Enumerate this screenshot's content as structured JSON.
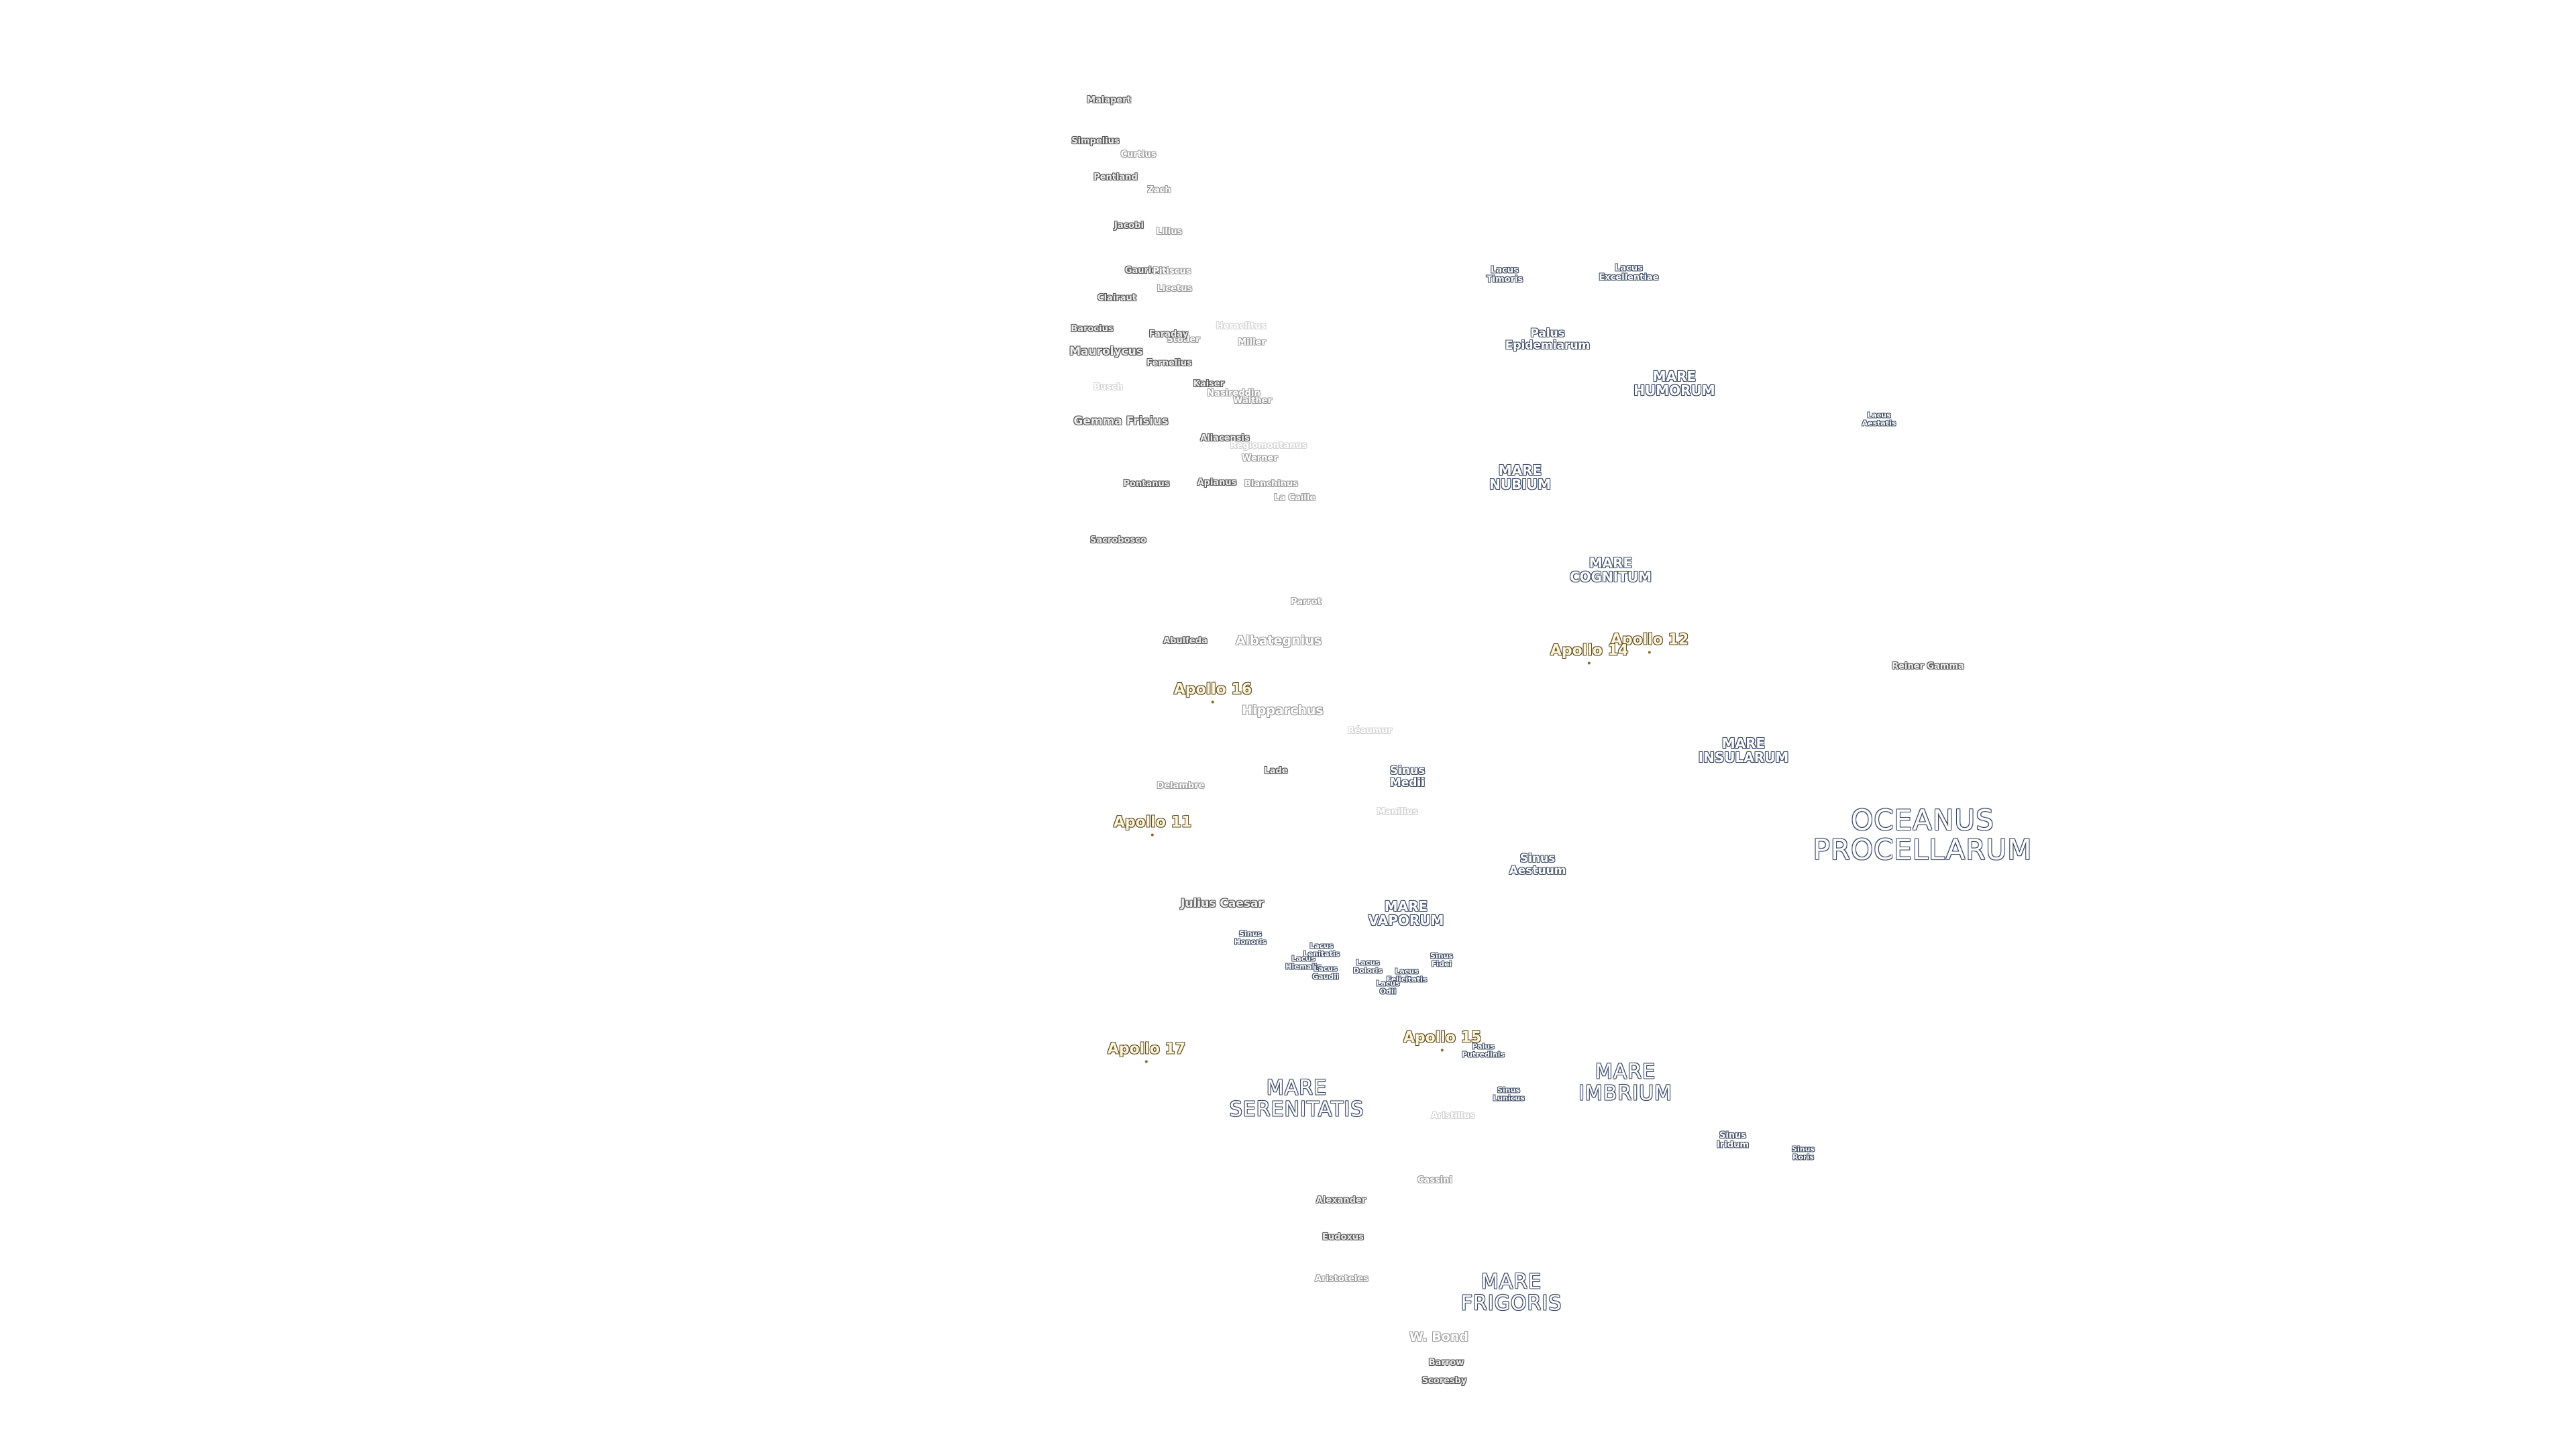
{
  "map": {
    "apollo_sites": [
      "Apollo 11",
      "Apollo 12",
      "Apollo 14",
      "Apollo 15",
      "Apollo 16",
      "Apollo 17"
    ],
    "maria": [
      "OCEANUS\nPROCELLARUM",
      "MARE\nIMBRIUM",
      "MARE\nFRIGORIS",
      "MARE\nSERENITATIS",
      "MARE\nNUBIUM",
      "MARE\nHUMORUM",
      "MARE\nCOGNITUM",
      "MARE\nINSULARUM",
      "MARE\nVAPORUM"
    ],
    "features": [
      "Lacus\nTimoris",
      "Lacus\nExcellentiae",
      "Palus\nEpidemiarum",
      "Lacus\nAestatis",
      "Sinus\nMedii",
      "Sinus\nAestuum",
      "Sinus\nHonoris",
      "Lacus\nLenitatis",
      "Lacus\nHiemalis",
      "Lacus\nGaudii",
      "Lacus\nDoloris",
      "Lacus\nFelicitatis",
      "Sinus\nFidei",
      "Lacus\nOdii",
      "Palus\nPutredinis",
      "Sinus\nLunicus",
      "Sinus\nIridum",
      "Sinus\nRoris"
    ],
    "craters": [
      "Malapert",
      "Simpelius",
      "Curtius",
      "Pentland",
      "Zach",
      "Jacobi",
      "Lilius",
      "Gauricus",
      "Pitiscus",
      "Licetus",
      "Clairaut",
      "Heraclitus",
      "Barocius",
      "Maurolycus",
      "Fernelius",
      "Stöfler",
      "Miller",
      "Faraday",
      "Busch",
      "Kaiser",
      "Nasireddin",
      "Walther",
      "Gemma Frisius",
      "Aliacensis",
      "Regiomontanus",
      "Werner",
      "Pontanus",
      "Apianus",
      "Blanchinus",
      "La Caille",
      "Sacrobosco",
      "Parrot",
      "Abulfeda",
      "Albategnius",
      "Hipparchus",
      "Réaumur",
      "Lade",
      "Delambre",
      "Manilius",
      "Julius Caesar",
      "Aristillus",
      "Cassini",
      "Alexander",
      "Eudoxus",
      "Aristoteles",
      "W. Bond",
      "Barrow",
      "Scoresby",
      "Reiner Gamma"
    ]
  }
}
